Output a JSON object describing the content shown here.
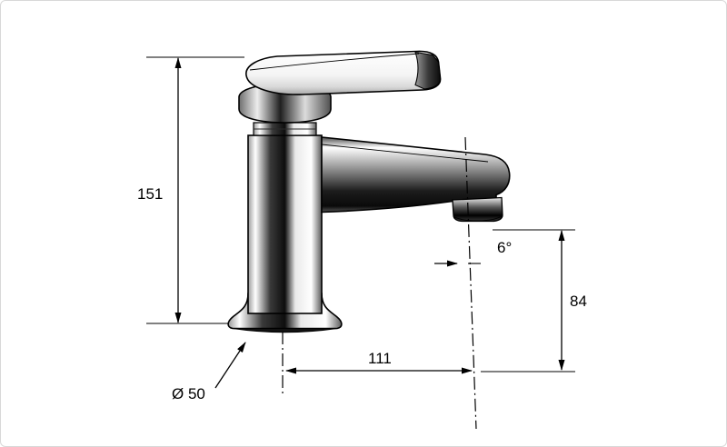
{
  "dimensions": {
    "height": "151",
    "base_diameter": "Ø 50",
    "reach": "111",
    "outlet_height": "84",
    "outlet_angle": "6°"
  }
}
